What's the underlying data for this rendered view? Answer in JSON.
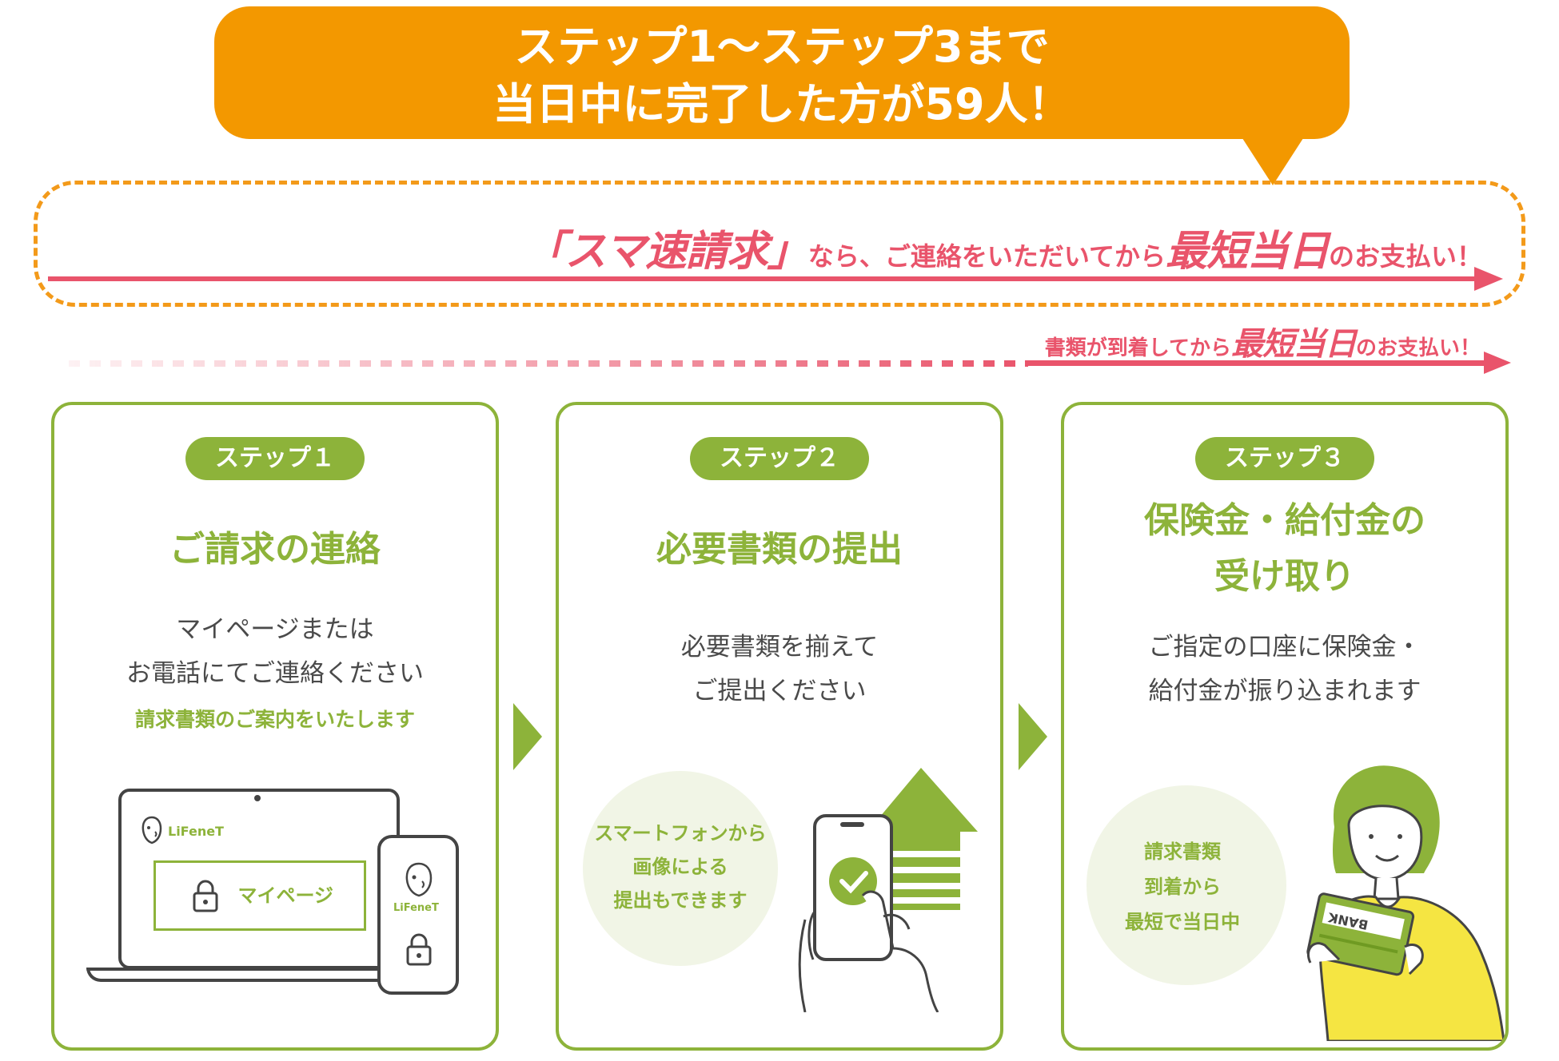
{
  "banner": {
    "line1": "ステップ1〜ステップ3まで",
    "line2": "当日中に完了した方が59人！"
  },
  "timeline": {
    "quote": "「スマ速請求」",
    "mid": "なら、ご連絡をいただいてから",
    "highlight": "最短当日",
    "end": "のお支払い！",
    "sub_pre": "書類が到着してから",
    "sub_highlight": "最短当日",
    "sub_end": "のお支払い！"
  },
  "steps": [
    {
      "badge": "ステップ１",
      "title": "ご請求の連絡",
      "desc_lines": [
        "マイページまたは",
        "お電話にてご連絡ください"
      ],
      "note": "請求書類のご案内をいたします",
      "logo": "LiFeneT",
      "mypage_label": "マイページ"
    },
    {
      "badge": "ステップ２",
      "title": "必要書類の提出",
      "desc_lines": [
        "必要書類を揃えて",
        "ご提出ください"
      ],
      "bubble_lines": [
        "スマートフォンから",
        "画像による",
        "提出もできます"
      ]
    },
    {
      "badge": "ステップ３",
      "title_lines": [
        "保険金・給付金の",
        "受け取り"
      ],
      "desc_lines": [
        "ご指定の口座に保険金・",
        "給付金が振り込まれます"
      ],
      "bubble_lines": [
        "請求書類",
        "到着から",
        "最短で当日中"
      ],
      "card_label": "BANK"
    }
  ],
  "colors": {
    "orange": "#f39800",
    "green": "#8db33a",
    "pink": "#e9546b",
    "text": "#4a4a4a"
  }
}
